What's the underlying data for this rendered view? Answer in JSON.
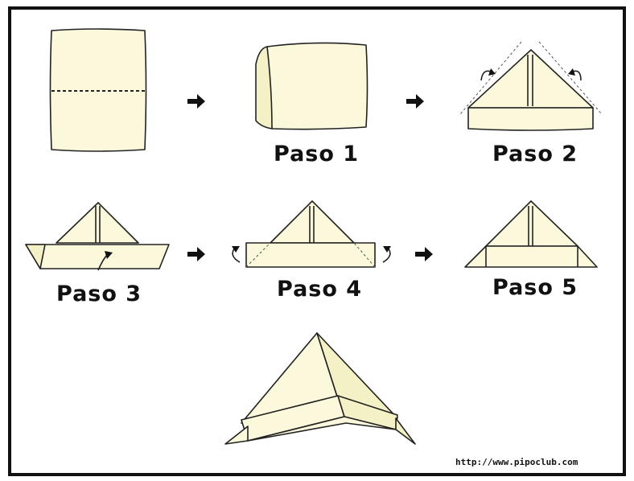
{
  "steps": {
    "step1": "Paso 1",
    "step2": "Paso 2",
    "step3": "Paso 3",
    "step4": "Paso 4",
    "step5": "Paso 5"
  },
  "source_url": "http://www.pipoclub.com",
  "colors": {
    "paper": "#fbf8dc",
    "outline": "#222222",
    "border": "#111111"
  },
  "icons": [
    "right-arrow-icon",
    "fold-curl-arrow-icon"
  ]
}
